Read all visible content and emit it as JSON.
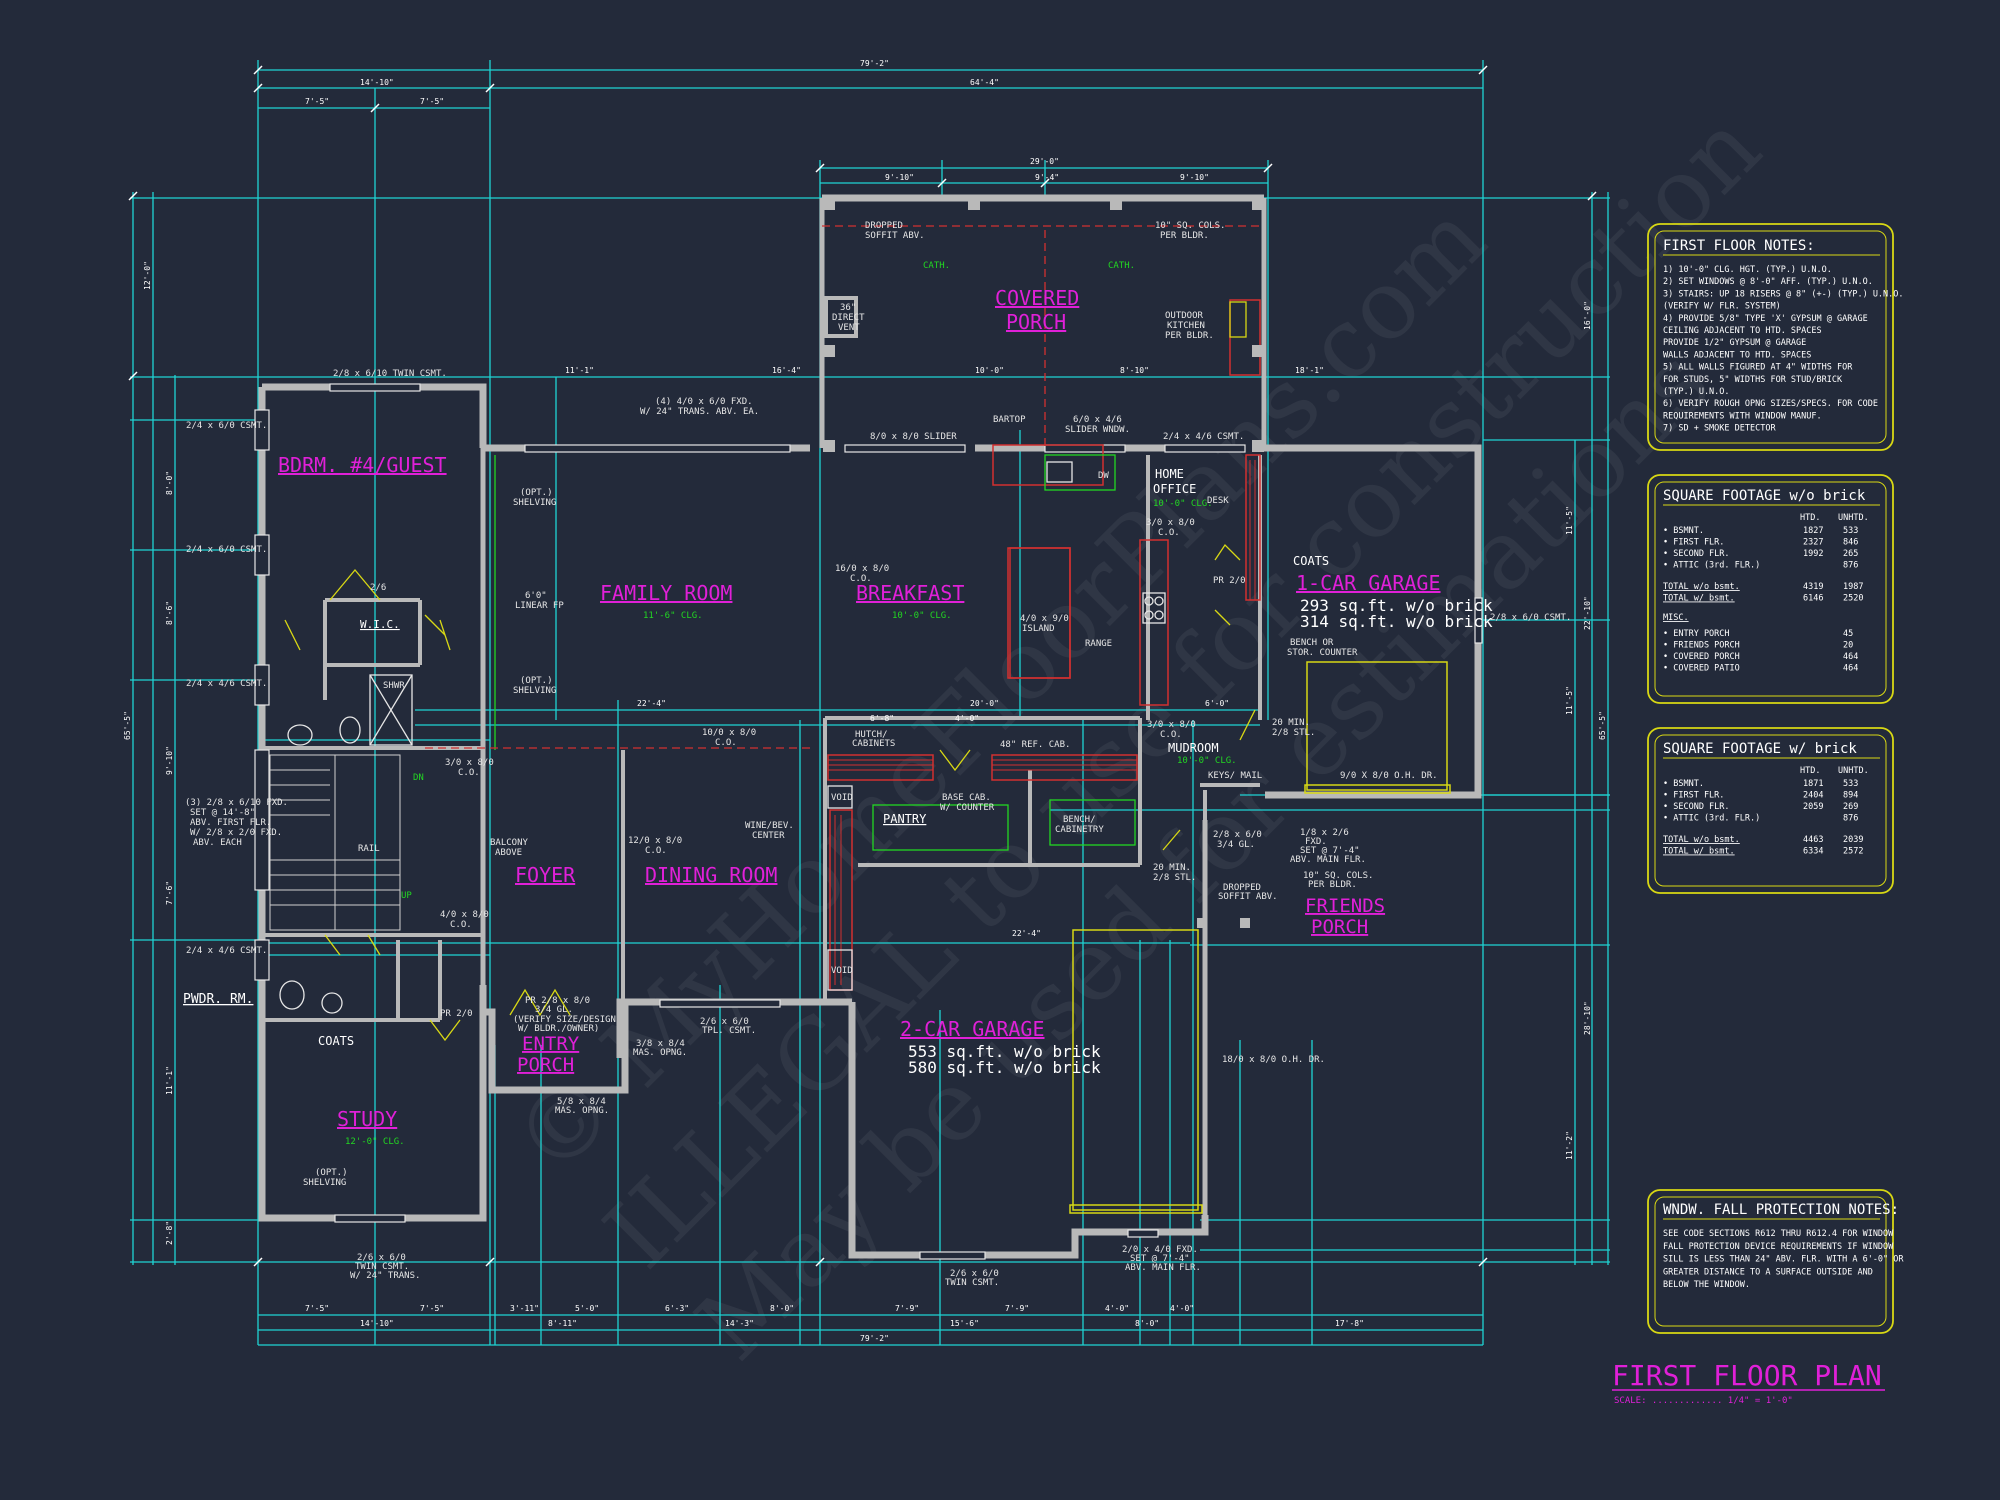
{
  "colors": {
    "background": "#232a3a",
    "dimension_lines": "#1fd3d3",
    "walls": "#b9b9b9",
    "room_labels": "#e020d8",
    "ceiling_notes": "#22d622",
    "panel_border": "#d8d814",
    "cabinets": "#d23030"
  },
  "watermark": {
    "line1": "© MyHomeFloorPlans.com",
    "line2": "ILLEGAL to use for construction",
    "line3": "May be used for estimations"
  },
  "dimensions": {
    "overall_width": "79'-2\"",
    "top_right_run": "64'-4\"",
    "top_left_run": "14'-10\"",
    "top_left_a": "7'-5\"",
    "top_left_b": "7'-5\"",
    "porch_width": "29'-0\"",
    "porch_a": "9'-10\"",
    "porch_b": "9'-4\"",
    "porch_c": "9'-10\"",
    "bay_a": "11'-1\"",
    "bay_b": "16'-4\"",
    "bay_c": "10'-0\"",
    "bay_d": "8'-10\"",
    "bay_e": "18'-1\"",
    "mid_a": "22'-4\"",
    "mid_b": "20'-0\"",
    "mid_c": "6'-0\"",
    "mid_d": "6'-8\"",
    "mid_e": "4'-0\"",
    "garage_a": "22'-4\"",
    "bottom_a": "7'-5\"",
    "bottom_b": "7'-5\"",
    "bottom_c": "3'-11\"",
    "bottom_d": "5'-0\"",
    "bottom_e": "6'-3\"",
    "bottom_f": "8'-0\"",
    "bottom_g": "7'-9\"",
    "bottom_h": "7'-9\"",
    "bottom_i": "4'-0\"",
    "bottom_j": "4'-0\"",
    "bottom_k": "14'-10\"",
    "bottom_l": "8'-11\"",
    "bottom_m": "14'-3\"",
    "bottom_n": "15'-6\"",
    "bottom_o": "8'-0\"",
    "bottom_p": "17'-8\"",
    "bottom_total": "79'-2\"",
    "left_total": "65'-5\"",
    "left_a": "12'-0\"",
    "left_b": "8'-0\"",
    "left_c": "8'-6\"",
    "left_d": "9'-10\"",
    "left_e": "7'-6\"",
    "left_f": "11'-1\"",
    "left_g": "2'-8\"",
    "right_total": "65'-5\"",
    "right_a": "16'-0\"",
    "right_b": "11'-5\"",
    "right_c": "22'-10\"",
    "right_d": "11'-5\"",
    "right_e": "28'-10\"",
    "right_f": "11'-2\""
  },
  "rooms": {
    "covered_porch": [
      "COVERED",
      "PORCH"
    ],
    "bdrm4": "BDRM. #4/GUEST",
    "family_room": "FAMILY ROOM",
    "family_clg": "11'-6\" CLG.",
    "breakfast": "BREAKFAST",
    "breakfast_clg": "10'-0\" CLG.",
    "home_office": [
      "HOME",
      "OFFICE"
    ],
    "office_clg": "10'-0\" CLG.",
    "garage1": "1-CAR GARAGE",
    "garage1_sqft_a": "293 sq.ft. w/o brick",
    "garage1_sqft_b": "314 sq.ft. w/o brick",
    "foyer": "FOYER",
    "dining_room": "DINING ROOM",
    "pantry": "PANTRY",
    "mudroom": "MUDROOM",
    "mudroom_clg": "10'-0\" CLG.",
    "friends_porch": [
      "FRIENDS",
      "PORCH"
    ],
    "garage2": "2-CAR GARAGE",
    "garage2_sqft_a": "553 sq.ft. w/o brick",
    "garage2_sqft_b": "580 sq.ft. w/o brick",
    "entry_porch": [
      "ENTRY",
      "PORCH"
    ],
    "study": "STUDY",
    "study_clg": "12'-0\" CLG.",
    "pwdr": "PWDR. RM.",
    "coats_a": "COATS",
    "coats_b": "COATS",
    "wic": "W.I.C."
  },
  "labels": {
    "dropped_soffit": [
      "DROPPED",
      "SOFFIT ABV."
    ],
    "cols_top": [
      "10\" SQ. COLS.",
      "PER BLDR."
    ],
    "cath_a": "CATH.",
    "cath_b": "CATH.",
    "direct_vent": [
      "36\"",
      "DIRECT",
      "VENT"
    ],
    "outdoor_kitchen": [
      "OUTDOOR",
      "KITCHEN",
      "PER BLDR."
    ],
    "twin_csmt_top": "2/8 x 6/10 TWIN CSMT.",
    "fxd_top": [
      "(4) 4/0 x 6/0 FXD.",
      "W/ 24\" TRANS. ABV. EA."
    ],
    "slider": "8/0 x 8/0 SLIDER",
    "bartop": "BARTOP",
    "slider_wndw": [
      "6/0 x 4/6",
      "SLIDER WNDW."
    ],
    "csmt_office": "2/4 x 4/6 CSMT.",
    "csmt_l1": "2/4 x 6/0 CSMT.",
    "csmt_l2": "2/4 x 6/0 CSMT.",
    "csmt_l3": "2/4 x 4/6 CSMT.",
    "csmt_l4": "2/4 x 4/6 CSMT.",
    "csmt_right": "2/8 x 6/0 CSMT.",
    "opt_shelving_a": [
      "(OPT.)",
      "SHELVING"
    ],
    "opt_shelving_b": [
      "(OPT.)",
      "SHELVING"
    ],
    "opt_shelving_c": [
      "(OPT.)",
      "SHELVING"
    ],
    "linear_fp": [
      "6'0\"",
      "LINEAR FP"
    ],
    "co_16": [
      "16/0 x 8/0",
      "C.O."
    ],
    "island": [
      "4/0 x 9/0",
      "ISLAND"
    ],
    "dw": "DW",
    "desk": "DESK",
    "range": "RANGE",
    "co_office": [
      "3/0 x 8/0",
      "C.O."
    ],
    "bench": [
      "BENCH OR",
      "STOR. COUNTER"
    ],
    "hutch": [
      "HUTCH/",
      "CABINETS"
    ],
    "ref_cab": "48\" REF. CAB.",
    "co_10": [
      "10/0 x 8/0",
      "C.O."
    ],
    "co_3": [
      "3/0 x 8/0",
      "C.O."
    ],
    "co_mud": [
      "3/0 x 8/0",
      "C.O."
    ],
    "keys_mail": "KEYS/ MAIL",
    "min_stl_a": [
      "20 MIN.",
      "2/8 STL."
    ],
    "min_stl_b": [
      "20 MIN.",
      "2/8 STL."
    ],
    "ohdr_9": "9/0 X 8/0 O.H. DR.",
    "ohdr_18": "18/0 x 8/0 O.H. DR.",
    "base_cab": [
      "BASE CAB.",
      "W/ COUNTER"
    ],
    "bench_cab": [
      "BENCH/",
      "CABINETRY"
    ],
    "wine": [
      "WINE/BEV.",
      "CENTER"
    ],
    "balcony": [
      "BALCONY",
      "ABOVE"
    ],
    "fxd_stair": [
      "(3) 2/8 x 6/10 FXD.",
      "SET @ 14'-8\"",
      "ABV. FIRST FLR.",
      "W/ 2/8 x 2/0 FXD.",
      "ABV. EACH"
    ],
    "rail": "RAIL",
    "co_12": [
      "12/0 x 8/0",
      "C.O."
    ],
    "co_4": [
      "4/0 x 8/0",
      "C.O."
    ],
    "pr_door_a": "PR 2/0",
    "pr_door_b": "PR 2/0",
    "pr_door_c": [
      "PR 2/8 x 8/0",
      "3/4 GL."
    ],
    "verify_door": [
      "(VERIFY SIZE/DESIGN",
      "W/ BLDR./OWNER)"
    ],
    "mas_opng_a": [
      "3/8 x 8/4",
      "MAS. OPNG."
    ],
    "mas_opng_b": [
      "5/8 x 8/4",
      "MAS. OPNG."
    ],
    "tpl_csmt": [
      "2/6 x 6/0",
      "TPL. CSMT."
    ],
    "twin_csmt_bottom": [
      "2/6 x 6/0",
      "TWIN CSMT."
    ],
    "twin_csmt_study": [
      "2/6 x 6/0",
      "TWIN CSMT.",
      "W/ 24\" TRANS."
    ],
    "fxd_bottom": [
      "2/0 x 4/0 FXD.",
      "SET @ 7'-4\"",
      "ABV. MAIN FLR."
    ],
    "fxd_friends": [
      "1/8 x 2/6",
      "FXD.",
      "SET @ 7'-4\"",
      "ABV. MAIN FLR."
    ],
    "gl_friends": [
      "2/8 x 6/0",
      "3/4 GL."
    ],
    "cols_friends": [
      "10\" SQ. COLS.",
      "PER BLDR."
    ],
    "dropped_friends": [
      "DROPPED",
      "SOFFIT ABV."
    ],
    "void_a": "VOID",
    "void_b": "VOID",
    "shwr": "SHWR",
    "dn": "DN",
    "up": "UP",
    "door_26": "2/6"
  },
  "notes_panel": {
    "title": "FIRST FLOOR NOTES:",
    "lines": [
      "1) 10'-0\" CLG. HGT. (TYP.) U.N.O.",
      "2) SET WINDOWS @ 8'-0\" AFF. (TYP.) U.N.O.",
      "3) STAIRS: UP 18 RISERS @ 8\" (+-)    (TYP.) U.N.O.",
      "   (VERIFY W/ FLR. SYSTEM)",
      "4) PROVIDE 5/8\" TYPE 'X' GYPSUM @ GARAGE",
      "   CEILING ADJACENT TO HTD. SPACES",
      "   PROVIDE 1/2\" GYPSUM @ GARAGE",
      "   WALLS ADJACENT TO HTD. SPACES",
      "5) ALL WALLS FIGURED AT 4\" WIDTHS FOR",
      "   FOR STUDS, 5\" WIDTHS FOR STUD/BRICK",
      "   (TYP.) U.N.O.",
      "6) VERIFY ROUGH OPNG SIZES/SPECS. FOR CODE",
      "   REQUIREMENTS WITH WINDOW MANUF.",
      "7) SD + SMOKE DETECTOR"
    ]
  },
  "sqft_wo_brick": {
    "title": "SQUARE FOOTAGE w/o brick",
    "col_htd": "HTD.",
    "col_unhtd": "UNHTD.",
    "rows": [
      [
        "• BSMNT.",
        "1827",
        "533"
      ],
      [
        "• FIRST FLR.",
        "2327",
        "846"
      ],
      [
        "• SECOND FLR.",
        "1992",
        "265"
      ],
      [
        "• ATTIC (3rd. FLR.)",
        "",
        "876"
      ]
    ],
    "totals": [
      [
        "TOTAL w/o bsmt.",
        "4319",
        "1987"
      ],
      [
        "TOTAL w/ bsmt.",
        "6146",
        "2520"
      ]
    ],
    "misc_title": "MISC.",
    "misc": [
      [
        "• ENTRY PORCH",
        "",
        "45"
      ],
      [
        "• FRIENDS PORCH",
        "",
        "20"
      ],
      [
        "• COVERED PORCH",
        "",
        "464"
      ],
      [
        "• COVERED PATIO",
        "",
        "464"
      ]
    ]
  },
  "sqft_w_brick": {
    "title": "SQUARE FOOTAGE w/ brick",
    "col_htd": "HTD.",
    "col_unhtd": "UNHTD.",
    "rows": [
      [
        "• BSMNT.",
        "1871",
        "533"
      ],
      [
        "• FIRST FLR.",
        "2404",
        "894"
      ],
      [
        "• SECOND FLR.",
        "2059",
        "269"
      ],
      [
        "• ATTIC (3rd. FLR.)",
        "",
        "876"
      ]
    ],
    "totals": [
      [
        "TOTAL w/o bsmt.",
        "4463",
        "2039"
      ],
      [
        "TOTAL w/ bsmt.",
        "6334",
        "2572"
      ]
    ]
  },
  "fall_panel": {
    "title": "WNDW. FALL PROTECTION NOTES:",
    "lines": [
      "SEE CODE SECTIONS R612 THRU R612.4 FOR WINDOW",
      "FALL PROTECTION DEVICE REQUIREMENTS IF WINDOW",
      "SILL IS LESS THAN 24\" ABV. FLR. WITH A 6'-0\" OR",
      "GREATER DISTANCE TO A SURFACE OUTSIDE AND",
      "BELOW THE WINDOW."
    ]
  },
  "plan_title": "FIRST FLOOR PLAN",
  "scale_label": "SCALE: ............. 1/4\" = 1'-0\""
}
